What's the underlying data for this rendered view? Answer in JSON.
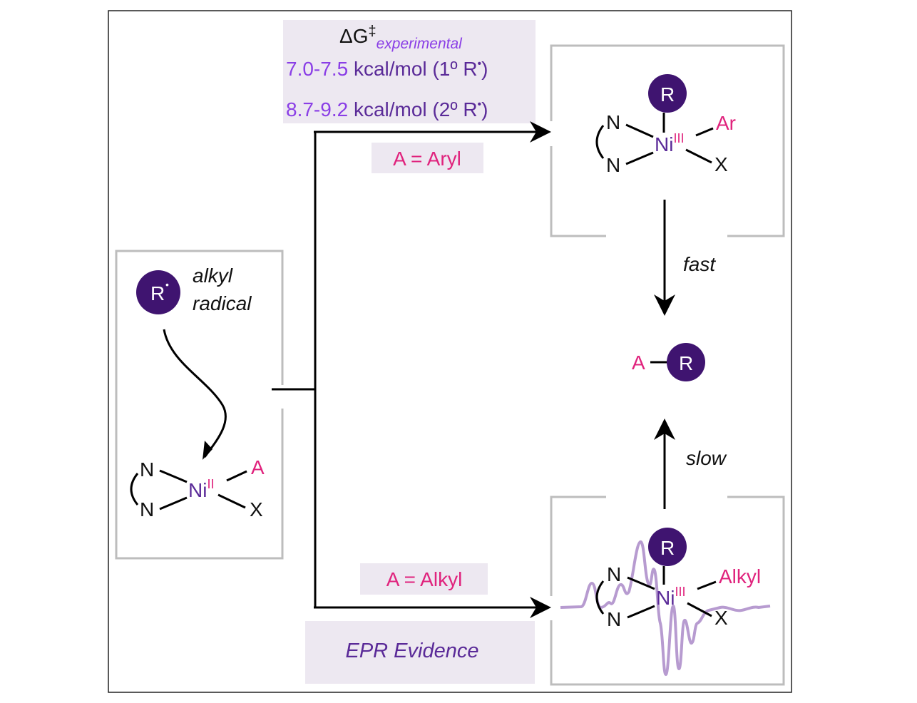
{
  "energy": {
    "delta_g": "ΔG",
    "double_dagger": "‡",
    "subscript": "experimental",
    "primary_range": "7.0-7.5",
    "primary_unit": "kcal/mol (1º R",
    "secondary_range": "8.7-9.2",
    "secondary_unit": "kcal/mol (2º R",
    "close_paren": ")",
    "radical_dot": "•"
  },
  "start": {
    "radical_letter": "R",
    "radical_dot": "•",
    "radical_line1": "alkyl",
    "radical_line2": "radical",
    "ligand_n": "N",
    "metal": "Ni",
    "oxidation": "II",
    "group_a": "A",
    "group_x": "X"
  },
  "top_product": {
    "condition": "A = Aryl",
    "r_letter": "R",
    "ligand_n": "N",
    "metal": "Ni",
    "oxidation": "III",
    "group_ar": "Ar",
    "group_x": "X"
  },
  "center": {
    "fast": "fast",
    "slow": "slow",
    "group_a": "A",
    "r_letter": "R"
  },
  "bottom_product": {
    "condition": "A = Alkyl",
    "evidence": "EPR Evidence",
    "r_letter": "R",
    "ligand_n": "N",
    "metal": "Ni",
    "oxidation": "III",
    "group_alkyl": "Alkyl",
    "group_x": "X"
  },
  "colors": {
    "pink": "#e0237d",
    "purple": "#5a2a98",
    "violet": "#8a3ee6",
    "radical_fill": "#3f1470",
    "label_bg": "#ede8f1",
    "bracket_grey": "#bdbdbd",
    "epr_trace": "#b79bd0"
  }
}
